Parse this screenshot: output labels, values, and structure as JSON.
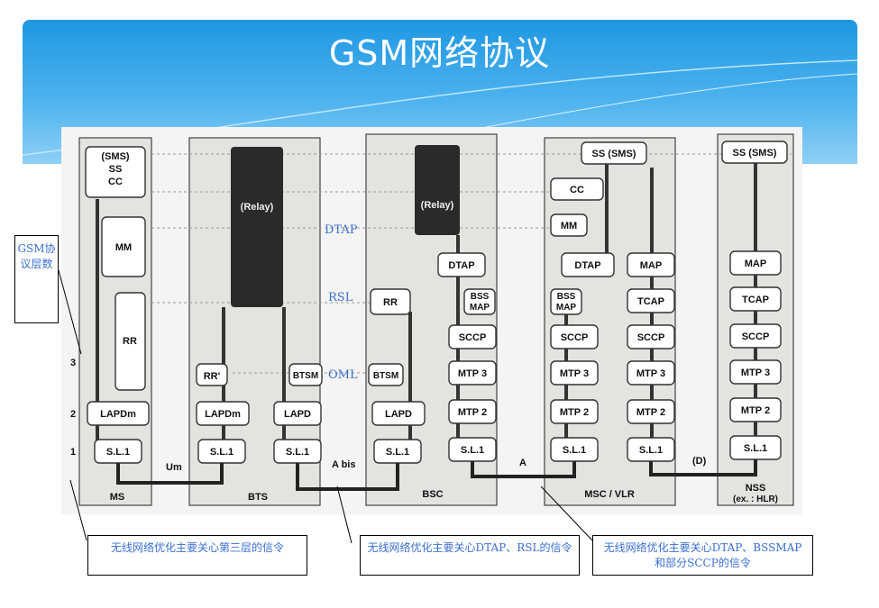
{
  "title": "GSM网络协议",
  "legend_label": "GSM协议层数",
  "blue_labels": {
    "dtap": "DTAP",
    "rsl": "RSL",
    "oml": "OML"
  },
  "layer_numbers": [
    "3",
    "2",
    "1"
  ],
  "interfaces": {
    "um": "Um",
    "abis": "A bis",
    "a": "A",
    "d": "(D)"
  },
  "columns": {
    "ms": {
      "name": "MS",
      "top": "(SMS)\nSS\nCC",
      "mm": "MM",
      "rr": "RR",
      "lapdm": "LAPDm",
      "sl1": "S.L.1"
    },
    "bts": {
      "name": "BTS",
      "relay": "(Relay)",
      "rr": "RR'",
      "btsm": "BTSM",
      "lapdm": "LAPDm",
      "lapd": "LAPD",
      "sl1a": "S.L.1",
      "sl1b": "S.L.1"
    },
    "bsc": {
      "name": "BSC",
      "relay": "(Relay)",
      "rr": "RR",
      "btsm": "BTSM",
      "lapd": "LAPD",
      "sl1a": "S.L.1",
      "dtap": "DTAP",
      "bssmap": "BSS\nMAP",
      "sccp": "SCCP",
      "mtp3": "MTP 3",
      "mtp2": "MTP 2",
      "sl1b": "S.L.1"
    },
    "msc": {
      "name": "MSC / VLR",
      "ss": "SS (SMS)",
      "cc": "CC",
      "mm": "MM",
      "dtap": "DTAP",
      "bssmap": "BSS\nMAP",
      "map": "MAP",
      "tcap": "TCAP",
      "sccp1": "SCCP",
      "sccp2": "SCCP",
      "mtp3a": "MTP 3",
      "mtp3b": "MTP 3",
      "mtp2a": "MTP 2",
      "mtp2b": "MTP 2",
      "sl1a": "S.L.1",
      "sl1b": "S.L.1"
    },
    "nss": {
      "name": "NSS",
      "sub": "(ex. : HLR)",
      "ss": "SS (SMS)",
      "map": "MAP",
      "tcap": "TCAP",
      "sccp": "SCCP",
      "mtp3": "MTP 3",
      "mtp2": "MTP 2",
      "sl1": "S.L.1"
    }
  },
  "notes": [
    "无线网络优化主要关心第三层的信令",
    "无线网络优化主要关心DTAP、RSL的信令",
    "无线网络优化主要关心DTAP、BSSMAP和部分SCCP的信令"
  ],
  "colors": {
    "header_blue": "#1f97e2",
    "note_text": "#3a6fd0"
  }
}
